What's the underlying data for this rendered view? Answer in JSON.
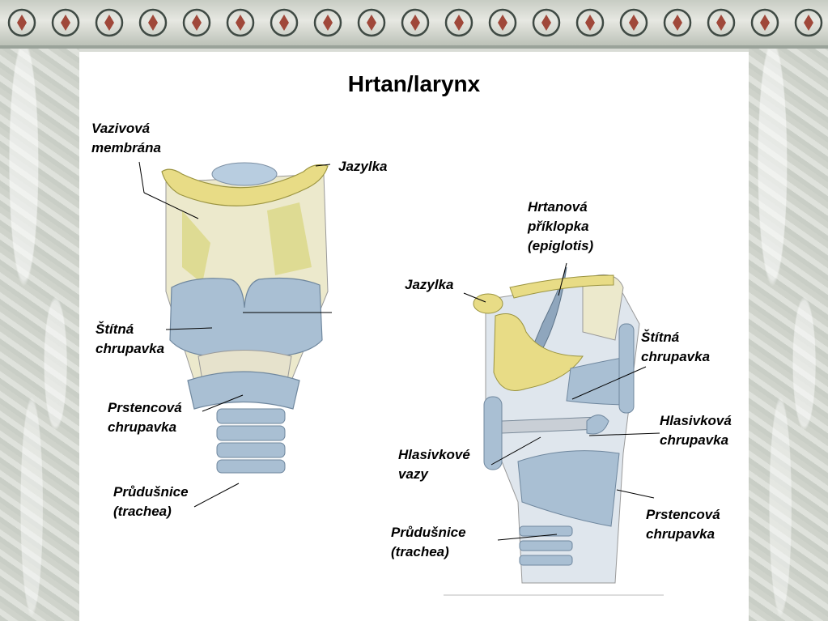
{
  "title": "Hrtan/larynx",
  "left_labels": {
    "vazivova": "Vazivová\nmembrána",
    "jazylka": "Jazylka",
    "stitna": "Štítná\nchrupavka",
    "prstencova": "Prstencová\nchrupavka",
    "prudusnice": "Průdušnice\n(trachea)"
  },
  "right_labels": {
    "hrtanova": "Hrtanová\npříklopka\n(epiglotis)",
    "jazylka": "Jazylka",
    "stitna": "Štítná\nchrupavka",
    "hlasivkova": "Hlasivková\nchrupavka",
    "hlasivkove_vazy": "Hlasivkové\nvazy",
    "prstencova": "Prstencová\nchrupavka",
    "prudusnice": "Průdušnice\n(trachea)"
  },
  "colors": {
    "cartilage": "#a9bfd3",
    "hyoid": "#e8dc86",
    "membrane": "#ece9cc",
    "background_frame": "#d9dcd6"
  }
}
